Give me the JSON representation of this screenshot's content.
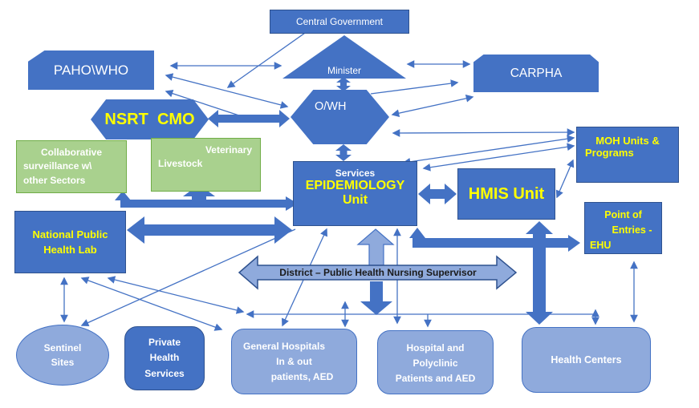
{
  "colors": {
    "blue": "#4472C4",
    "dark_blue_border": "#2F528F",
    "light_blue": "#8FAADC",
    "green": "#A9D18E",
    "green_border": "#70AD47",
    "yellow_text": "#FFFF00"
  },
  "nodes": {
    "central_government": {
      "label": "Central Government"
    },
    "minister": {
      "label": "Minister"
    },
    "paho_who": {
      "label": "PAHO\\WHO"
    },
    "carpha": {
      "label": "CARPHA"
    },
    "nsrt_cmo": {
      "label": "NSRT  CMO"
    },
    "owh": {
      "label": "O/WH"
    },
    "moh_units": {
      "l1": "MOH Units &",
      "l2": "Programs"
    },
    "collaborative": {
      "l1": "Collaborative",
      "l2": "surveillance w\\",
      "l3": "other Sectors"
    },
    "veterinary": {
      "l1": "Veterinary",
      "l2": "Livestock"
    },
    "epidemiology": {
      "l1": "Services",
      "l2": "EPIDEMIOLOGY Unit"
    },
    "hmis": {
      "label": "HMIS Unit"
    },
    "point_of_entries": {
      "l1": "Point of",
      "l2": "Entries -",
      "l3": "EHU"
    },
    "national_public_health_lab": {
      "l1": "National Public",
      "l2": "Health Lab"
    },
    "district": {
      "label": "District – Public Health Nursing Supervisor"
    },
    "sentinel_sites": {
      "l1": "Sentinel",
      "l2": "Sites"
    },
    "private_health_services": {
      "l1": "Private",
      "l2": "Health",
      "l3": "Services"
    },
    "general_hospitals": {
      "l1": "General Hospitals",
      "l2": "In & out",
      "l3": "patients, AED"
    },
    "hospital_polyclinic": {
      "l1": "Hospital and",
      "l2": "Polyclinic",
      "l3": "Patients and AED"
    },
    "health_centers": {
      "label": "Health Centers"
    }
  }
}
